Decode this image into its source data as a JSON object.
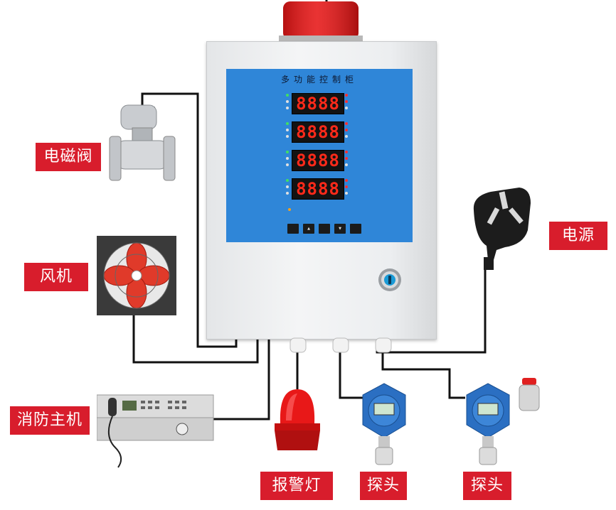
{
  "labels": {
    "solenoid_valve": "电磁阀",
    "fan": "风机",
    "fire_host": "消防主机",
    "power": "电源",
    "alarm_light": "报警灯",
    "probe_1": "探头",
    "probe_2": "探头"
  },
  "controller": {
    "title": "多功能控制柜",
    "channels": [
      {
        "reading": "8888"
      },
      {
        "reading": "8888"
      },
      {
        "reading": "8888"
      },
      {
        "reading": "8888"
      }
    ],
    "keys": [
      "",
      "▲",
      "",
      "▼",
      ""
    ]
  },
  "colors": {
    "label_bg": "#d81d2c",
    "panel_blue": "#2f86d8",
    "wire": "#111111",
    "digit_red": "#ff2a1a"
  }
}
